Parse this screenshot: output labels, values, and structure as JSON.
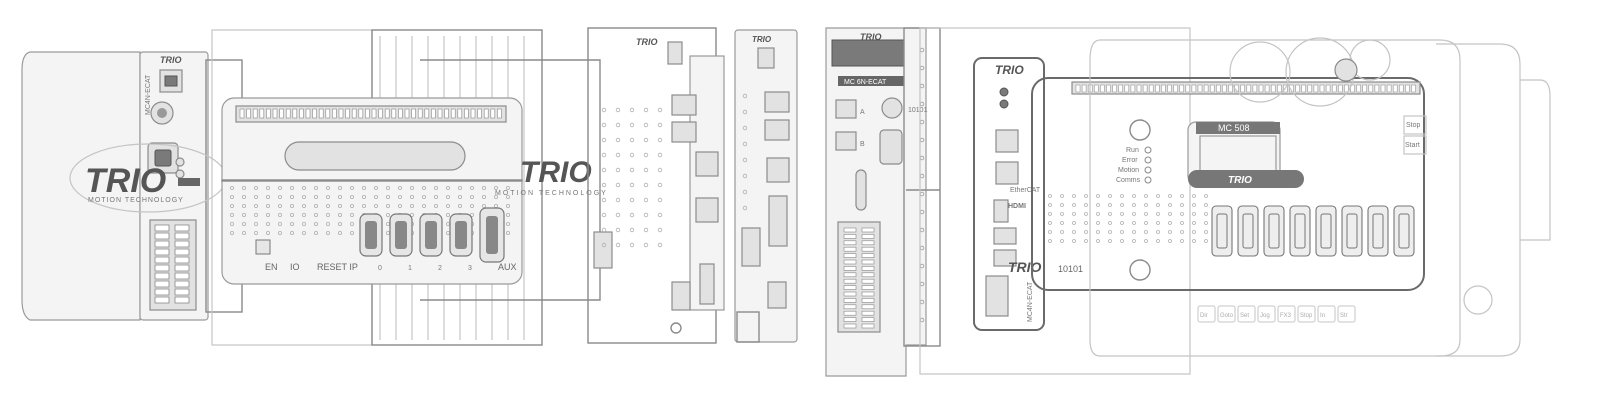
{
  "brand": {
    "logo_text": "TRIO",
    "tagline": "MOTION TECHNOLOGY",
    "tagline_small": "MOTION TECHNOLOGY"
  },
  "modules": {
    "mc4n": {
      "model_vertical": "MC4N-ECAT"
    },
    "mc664": {
      "labels": [
        "EN",
        "IO",
        "RESET IP"
      ],
      "port_numbers": [
        "0",
        "1",
        "2",
        "3"
      ],
      "aux_label": "AUX"
    },
    "mc6n": {
      "model": "MC 6N-ECAT",
      "port_a": "A",
      "port_b": "B",
      "code": "10101"
    },
    "mc4n_box": {
      "ethercat": "EtherCAT",
      "hdmi": "HDMI",
      "model_vertical": "MC4N-ECAT",
      "code": "10101"
    },
    "mc508": {
      "model": "MC 508",
      "status_labels": [
        "Run",
        "Error",
        "Motion",
        "Comms"
      ]
    },
    "pendant": {
      "side_buttons": [
        "Stop",
        "Start"
      ],
      "bottom_buttons": [
        "Dir",
        "Goto",
        "Set",
        "Jog",
        "FX3",
        "Stop",
        "In",
        "Str"
      ]
    }
  }
}
